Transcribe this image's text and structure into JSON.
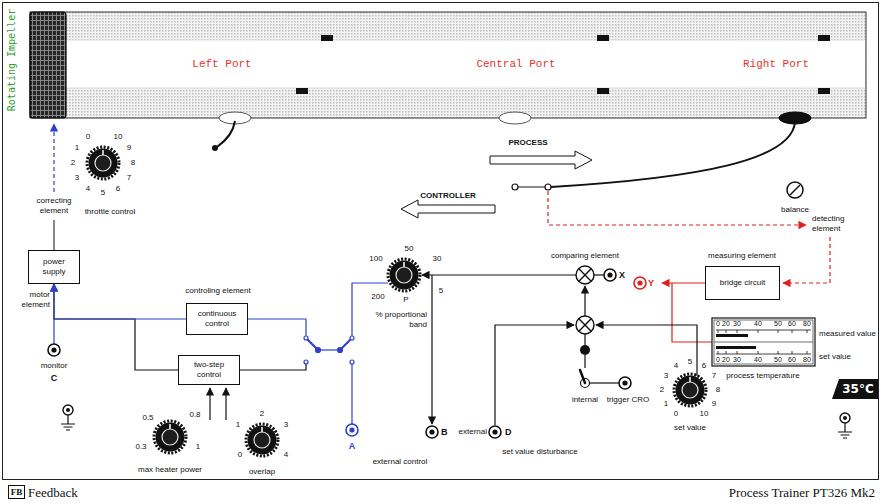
{
  "diagram": {
    "nodes": [
      {
        "text": [
          "power supply"
        ]
      },
      {
        "text": [
          "bridge circuit"
        ]
      },
      {
        "text": [
          "continuous control"
        ]
      },
      {
        "text": [
          "two-step control"
        ]
      },
      {
        "text": [
          "35°C"
        ]
      },
      {
        "text": [
          "FB"
        ]
      }
    ],
    "edges": [
      {
        "from": 2,
        "to": 0,
        "arrow": "to"
      },
      {
        "from": 3,
        "to": 0,
        "arrow": "to"
      }
    ],
    "labels": [
      "Rotating Impeller",
      "Left Port",
      "Central Port",
      "Right Port",
      "0",
      "1",
      "2",
      "3",
      "4",
      "5",
      "6",
      "7",
      "8",
      "9",
      "10",
      "throttle control",
      "PROCESS",
      "CONTROLLER",
      "balance",
      "detecting element",
      "correcting element",
      "comparing element",
      "100",
      "50",
      "30",
      "200",
      "P",
      "5",
      "% proportional band",
      "X",
      "Y",
      "measuring element",
      "controling element",
      "motor element",
      "0",
      "20",
      "30",
      "40",
      "50",
      "60",
      "80",
      "measured value",
      "0",
      "20",
      "30",
      "40",
      "50",
      "60",
      "80",
      "set value",
      "process temperature",
      "monitor",
      "C",
      "0.5",
      "0.8",
      "0.3",
      "1",
      "0",
      "1",
      "2",
      "3",
      "4",
      "0",
      "1",
      "2",
      "3",
      "4",
      "5",
      "6",
      "7",
      "8",
      "9",
      "10",
      "internal",
      "trigger CRO",
      "external",
      "D",
      "B",
      "A",
      "external control",
      "set value disturbance",
      "max heater power",
      "overlap",
      "set value",
      "Feedback",
      "Process Trainer PT326 Mk2"
    ]
  }
}
